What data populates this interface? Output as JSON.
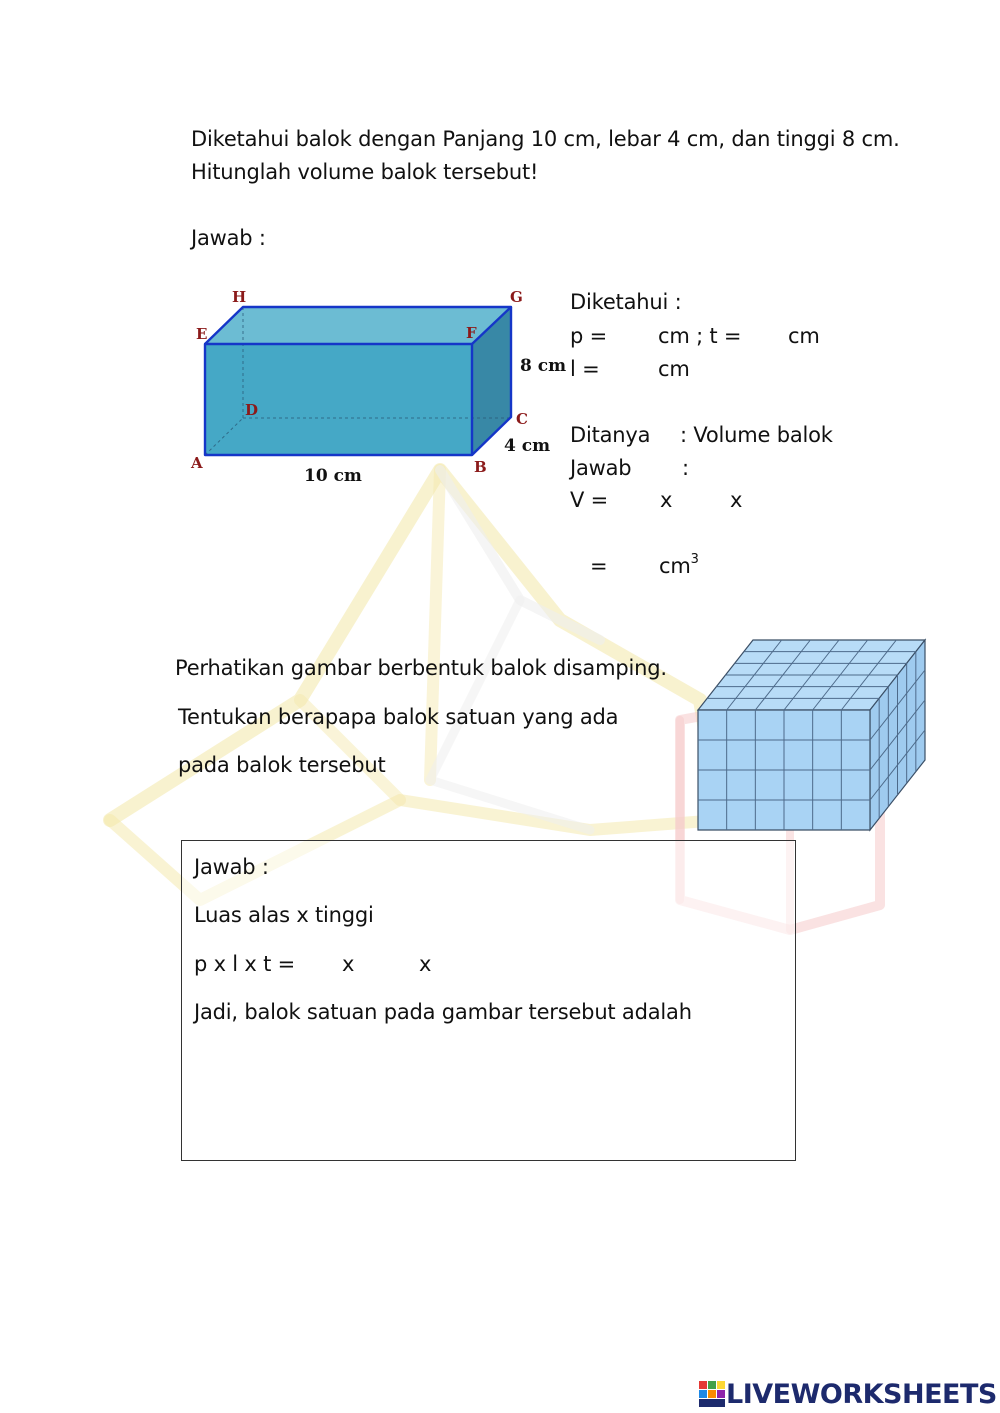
{
  "problem1": {
    "line1": "Diketahui balok dengan Panjang 10 cm, lebar 4 cm, dan tinggi 8 cm.",
    "line2": "Hitunglah volume balok tersebut!",
    "jawab": "Jawab :"
  },
  "figure1": {
    "vertices": [
      "A",
      "B",
      "C",
      "D",
      "E",
      "F",
      "G",
      "H"
    ],
    "length_label": "10 cm",
    "width_label": "4 cm",
    "height_label": "8 cm",
    "front_color": "#45a8c6",
    "top_color": "#6cbcd3",
    "side_color": "#3888a6",
    "edge_color": "#1536c8"
  },
  "solution1": {
    "diketahui": "Diketahui :",
    "p_label": "p =",
    "cm_a": "cm ; t =",
    "cm_b": "cm",
    "l_label": "l  =",
    "cm_c": "cm",
    "ditanya": "Ditanya",
    "ditanya_value": ": Volume balok",
    "jawab": "Jawab",
    "jawab_colon": ":",
    "v_label": "V =",
    "times1": "x",
    "times2": "x",
    "equals": "=",
    "unit": "cm",
    "unit_sup": "3"
  },
  "problem2": {
    "line1": "Perhatikan gambar berbentuk balok disamping.",
    "line2": "Tentukan berapapa balok satuan yang ada",
    "line3": "pada balok tersebut"
  },
  "answer_box": {
    "jawab": "Jawab :",
    "luas": "Luas alas x tinggi",
    "formula": "p x l x t =",
    "times1": "x",
    "times2": "x",
    "conclusion": "Jadi, balok satuan pada gambar tersebut adalah"
  },
  "logo": {
    "text": "LIVEWORKSHEETS",
    "icon": "liveworksheets-logo-icon"
  }
}
